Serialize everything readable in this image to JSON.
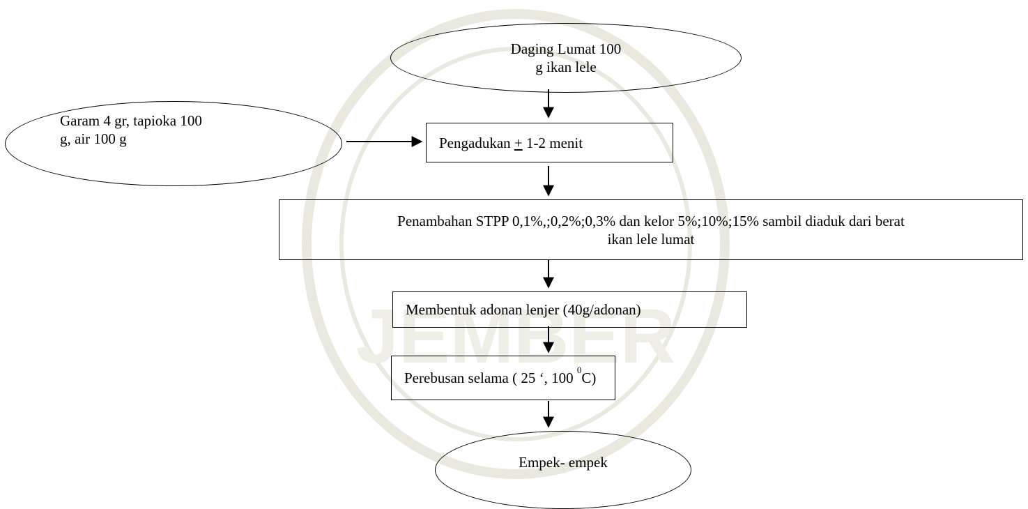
{
  "flowchart": {
    "start": {
      "line1": "Daging Lumat 100",
      "line2": "g ikan lele"
    },
    "input": {
      "line1": "Garam 4 gr, tapioka 100",
      "line2": "g, air 100 g"
    },
    "step_mixing": {
      "prefix": "Pengadukan ",
      "plusminus": "+",
      "suffix": " 1-2 menit"
    },
    "step_addition": {
      "line1": "Penambahan STPP 0,1%,;0,2%;0,3% dan kelor  5%;10%;15% sambil diaduk dari berat",
      "line2": "ikan lele lumat"
    },
    "step_forming": {
      "label": "Membentuk adonan lenjer (40g/adonan)"
    },
    "step_boiling": {
      "prefix": "Perebusan selama ( 25 ‘, 100 ",
      "degree": "0",
      "suffix": "C)"
    },
    "end": {
      "label": "Empek- empek"
    }
  },
  "watermark": {
    "text": "JEMBER"
  }
}
